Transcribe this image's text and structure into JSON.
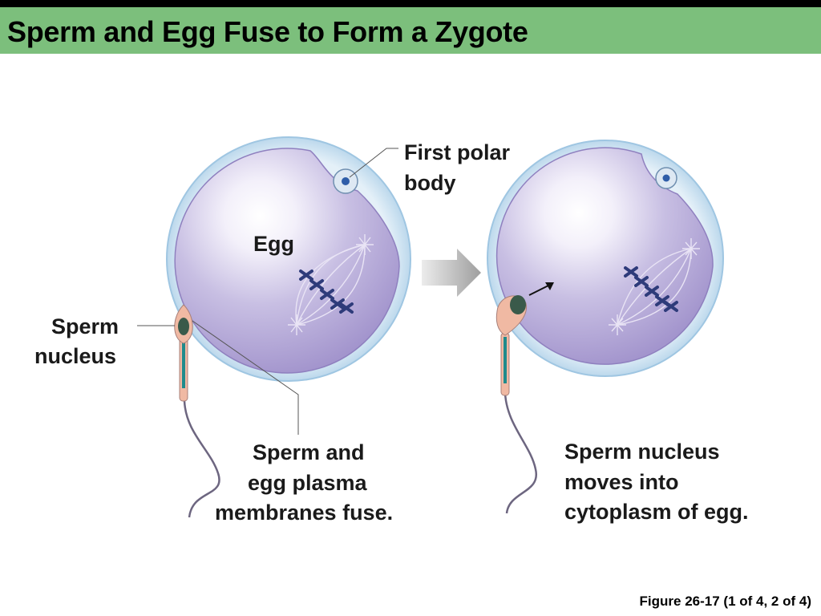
{
  "title": "Sperm and Egg Fuse to Form a Zygote",
  "labels": {
    "first_polar_body_1": "First polar",
    "first_polar_body_2": "body",
    "egg": "Egg",
    "sperm_nucleus_1": "Sperm",
    "sperm_nucleus_2": "nucleus",
    "fuse_1": "Sperm and",
    "fuse_2": "egg plasma",
    "fuse_3": "membranes fuse.",
    "moves_1": "Sperm nucleus",
    "moves_2": "moves into",
    "moves_3": "cytoplasm of egg."
  },
  "figure_caption": "Figure 26-17 (1 of 4, 2 of 4)",
  "colors": {
    "title_bar": "#7cbf7c",
    "zona": "#c9e1f0",
    "egg_cytoplasm": "#a99cd0",
    "sperm_head": "#f0b9a3",
    "chromosome": "#2e3b7a",
    "arrow": "#a8a8a8"
  }
}
